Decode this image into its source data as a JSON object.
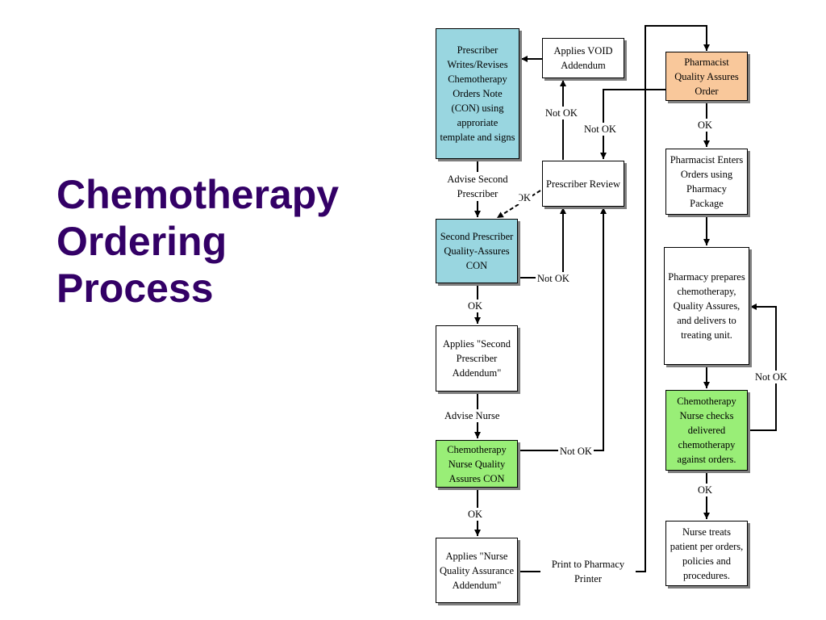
{
  "title": {
    "line1": "Chemotherapy",
    "line2": "Ordering",
    "line3": "Process"
  },
  "boxes": {
    "prescriber_writes": "Prescriber Writes/Revises Chemotherapy Orders Note (CON) using approriate template and signs",
    "applies_void": "Applies VOID Addendum",
    "prescriber_review": "Prescriber Review",
    "second_prescriber": "Second Prescriber Quality-Assures CON",
    "applies_second_addendum": "Applies \"Second Prescriber Addendum\"",
    "nurse_quality": "Chemotherapy Nurse Quality Assures CON",
    "applies_nurse_addendum": "Applies \"Nurse Quality Assurance Addendum\"",
    "pharmacist_qa": "Pharmacist Quality Assures Order",
    "pharmacist_enters": "Pharmacist Enters Orders using Pharmacy Package",
    "pharmacy_prepares": "Pharmacy prepares chemotherapy, Quality Assures, and delivers to treating unit.",
    "nurse_checks": "Chemotherapy Nurse checks delivered chemotherapy against orders.",
    "nurse_treats": "Nurse treats patient per orders, policies and procedures."
  },
  "labels": {
    "not_ok_void": "Not OK",
    "not_ok_pharmacist": "Not OK",
    "ok_review": "OK",
    "advise_second": "Advise Second Prescriber",
    "not_ok_second": "Not OK",
    "ok_second": "OK",
    "advise_nurse": "Advise Nurse",
    "not_ok_nurse": "Not OK",
    "ok_nurse": "OK",
    "print_pharmacy": "Print to Pharmacy Printer",
    "ok_pharmacist": "OK",
    "not_ok_checks": "Not OK",
    "ok_checks": "OK"
  },
  "colors": {
    "title": "#330066",
    "prescriber_box": "#99d6e0",
    "nurse_box": "#99ee77",
    "pharmacist_box": "#f9c89b"
  }
}
